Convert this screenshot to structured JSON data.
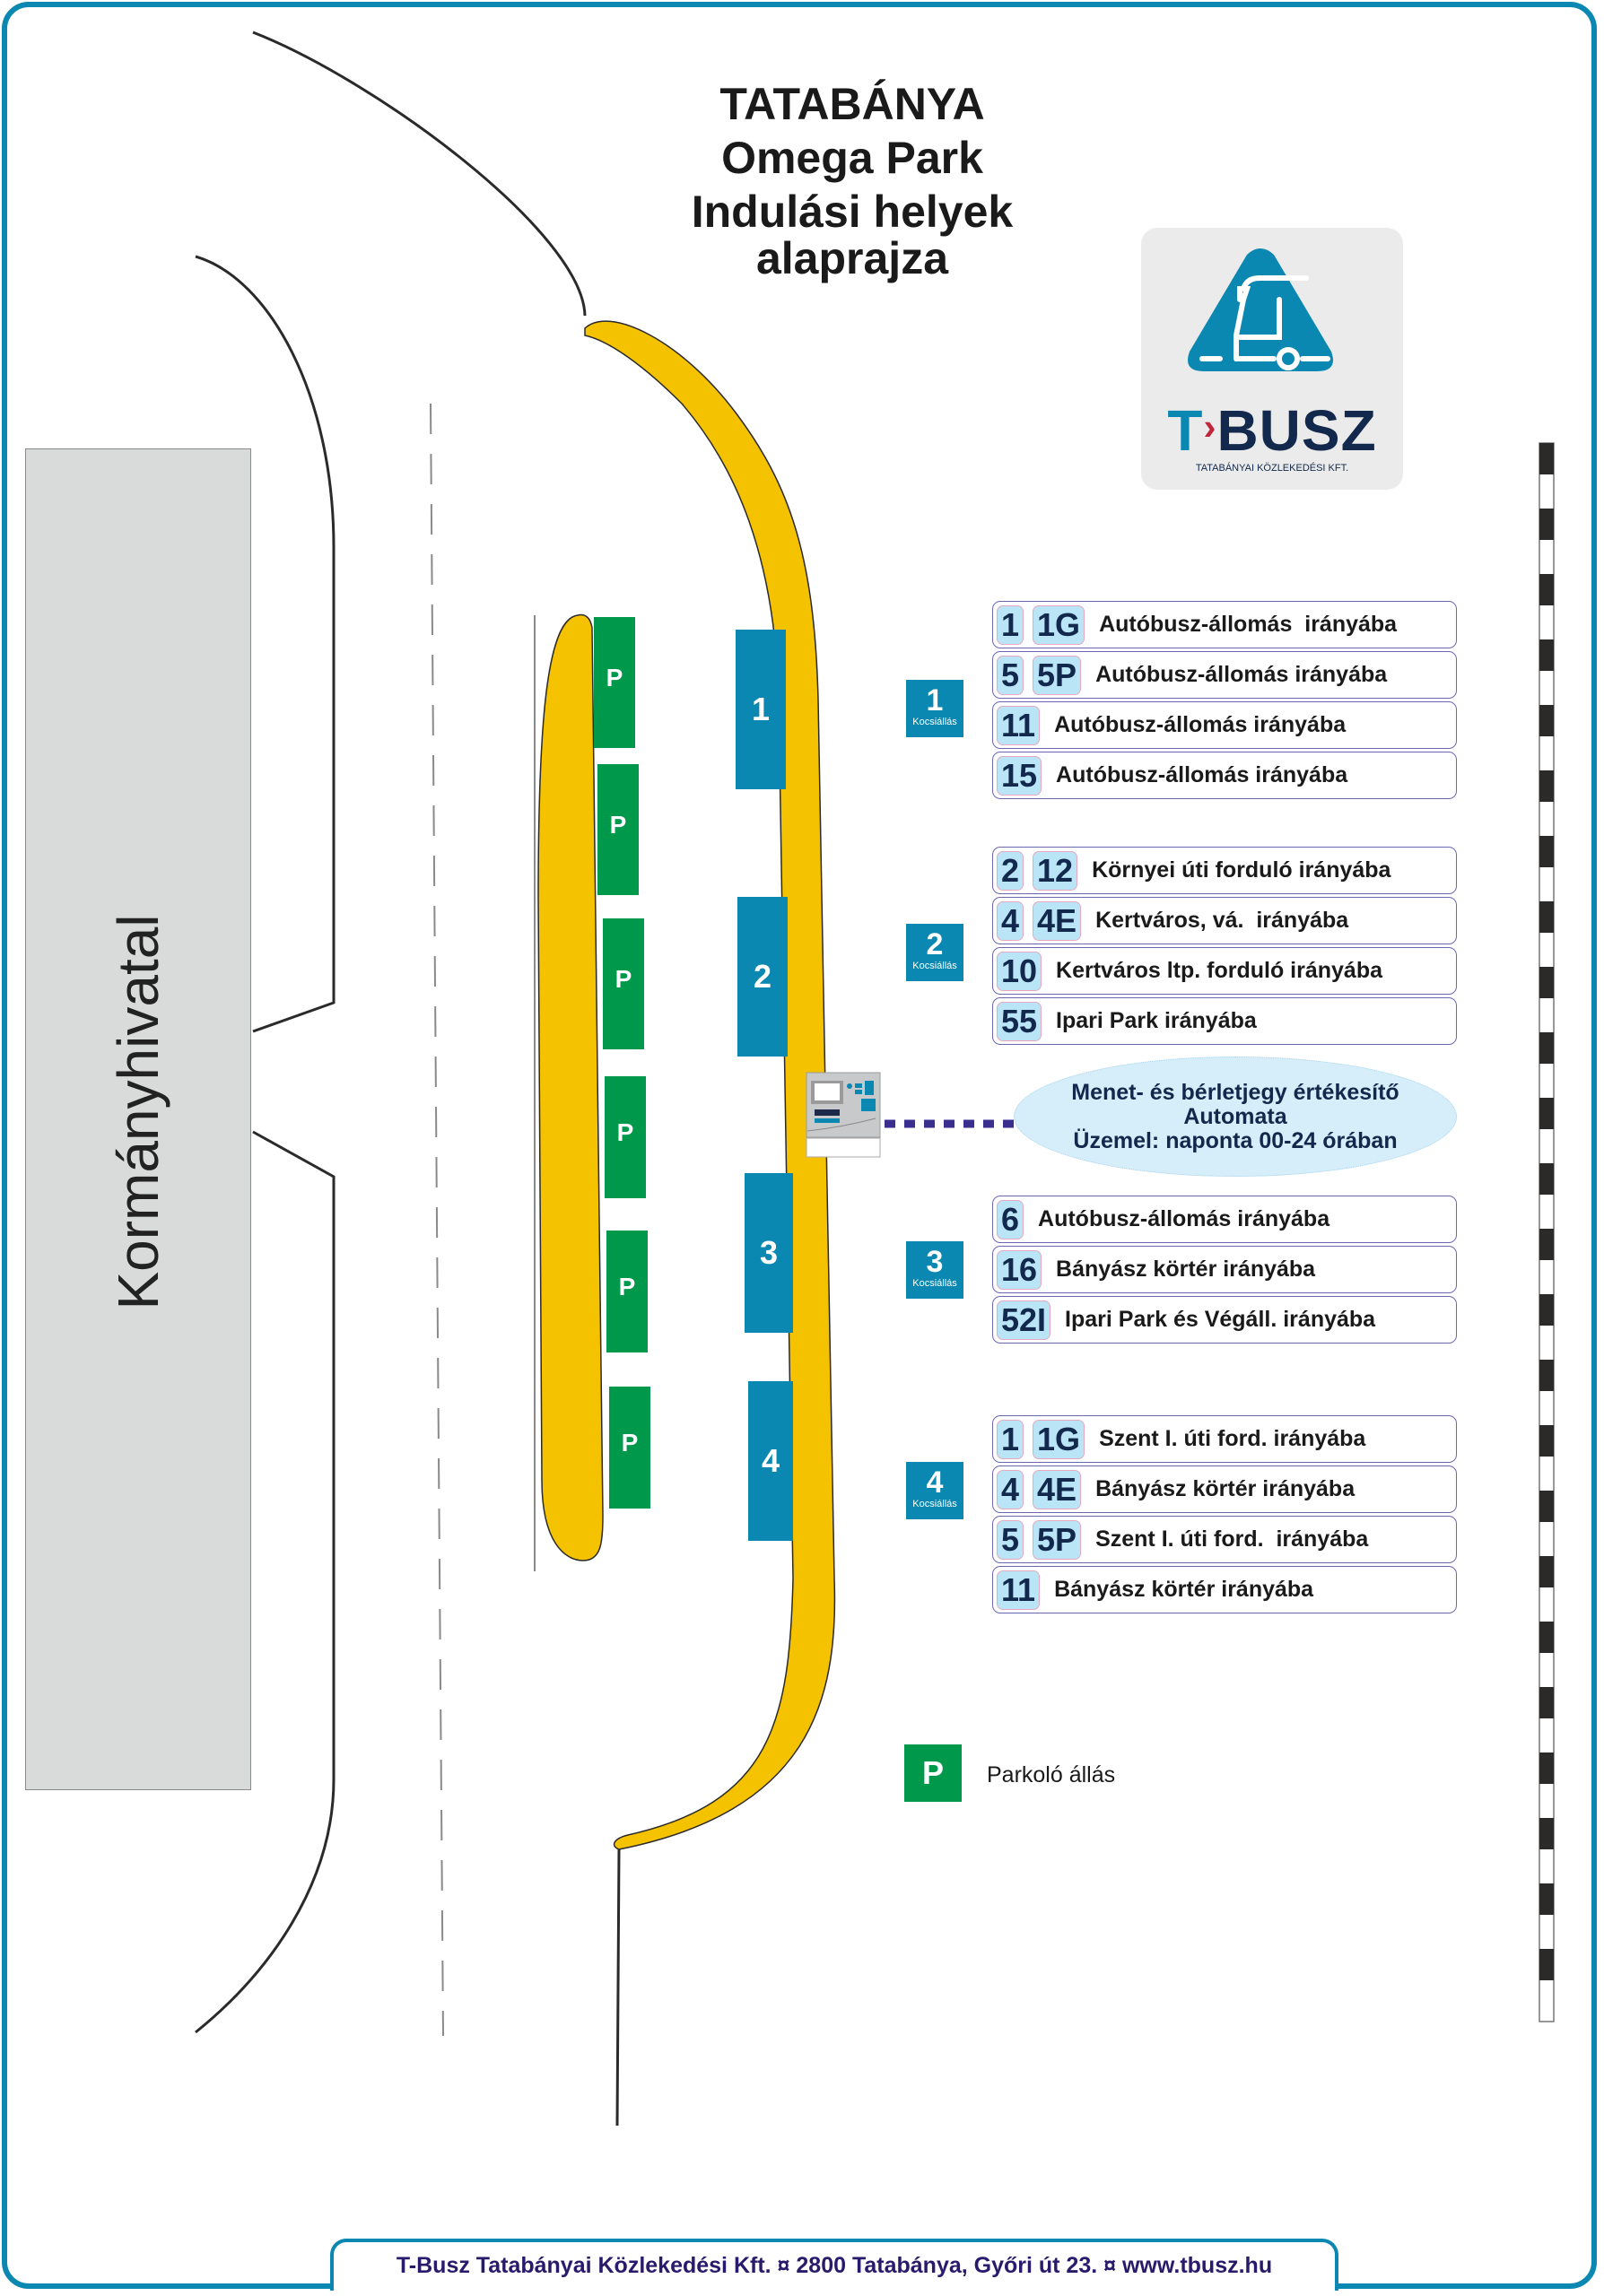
{
  "title": {
    "line1": "TATABÁNYA",
    "line2": "Omega Park",
    "line3": "Indulási helyek",
    "line4": "alaprajza"
  },
  "logo": {
    "brand_t": "T",
    "brand_arrow": "›",
    "brand_rest": "BUSZ",
    "subtitle": "TATABÁNYAI KÖZLEKEDÉSI KFT.",
    "colors": {
      "blue": "#0a88b1",
      "navy": "#12284c",
      "red": "#c0263a"
    }
  },
  "building": {
    "label": "Kormányhivatal"
  },
  "map": {
    "stands": [
      "1",
      "2",
      "3",
      "4"
    ],
    "parking_label": "P",
    "parking_count": 6,
    "colors": {
      "platform": "#f5c200",
      "stand": "#0a88b1",
      "parking": "#00984a",
      "building": "#d9dada"
    }
  },
  "stand_groups": [
    {
      "number": "1",
      "label": "Kocsiállás",
      "rows": [
        {
          "routes": [
            "1",
            "1G"
          ],
          "destination": "Autóbusz-állomás  irányába"
        },
        {
          "routes": [
            "5",
            "5P"
          ],
          "destination": "Autóbusz-állomás irányába"
        },
        {
          "routes": [
            "11"
          ],
          "destination": "Autóbusz-állomás irányába"
        },
        {
          "routes": [
            "15"
          ],
          "destination": "Autóbusz-állomás irányába"
        }
      ]
    },
    {
      "number": "2",
      "label": "Kocsiállás",
      "rows": [
        {
          "routes": [
            "2",
            "12"
          ],
          "destination": "Környei úti forduló irányába"
        },
        {
          "routes": [
            "4",
            "4E"
          ],
          "destination": "Kertváros, vá.  irányába"
        },
        {
          "routes": [
            "10"
          ],
          "destination": "Kertváros ltp. forduló irányába"
        },
        {
          "routes": [
            "55"
          ],
          "destination": "Ipari Park irányába"
        }
      ]
    },
    {
      "number": "3",
      "label": "Kocsiállás",
      "rows": [
        {
          "routes": [
            "6"
          ],
          "destination": "Autóbusz-állomás irányába"
        },
        {
          "routes": [
            "16"
          ],
          "destination": "Bányász körtér irányába"
        },
        {
          "routes": [
            "52I"
          ],
          "destination": "Ipari Park és Végáll. irányába"
        }
      ]
    },
    {
      "number": "4",
      "label": "Kocsiállás",
      "rows": [
        {
          "routes": [
            "1",
            "1G"
          ],
          "destination": "Szent I. úti ford. irányába"
        },
        {
          "routes": [
            "4",
            "4E"
          ],
          "destination": "Bányász körtér irányába"
        },
        {
          "routes": [
            "5",
            "5P"
          ],
          "destination": "Szent I. úti ford.  irányába"
        },
        {
          "routes": [
            "11"
          ],
          "destination": "Bányász körtér irányába"
        }
      ]
    }
  ],
  "ticket_machine": {
    "line1": "Menet- és bérletjegy értékesítő",
    "line2": "Automata",
    "line3": "Üzemel: naponta 00-24 órában"
  },
  "legend": {
    "symbol": "P",
    "text": "Parkoló állás"
  },
  "footer": {
    "text": "T-Busz Tatabányai Közlekedési Kft.  ¤  2800 Tatabánya, Győri út 23.  ¤  www.tbusz.hu"
  }
}
